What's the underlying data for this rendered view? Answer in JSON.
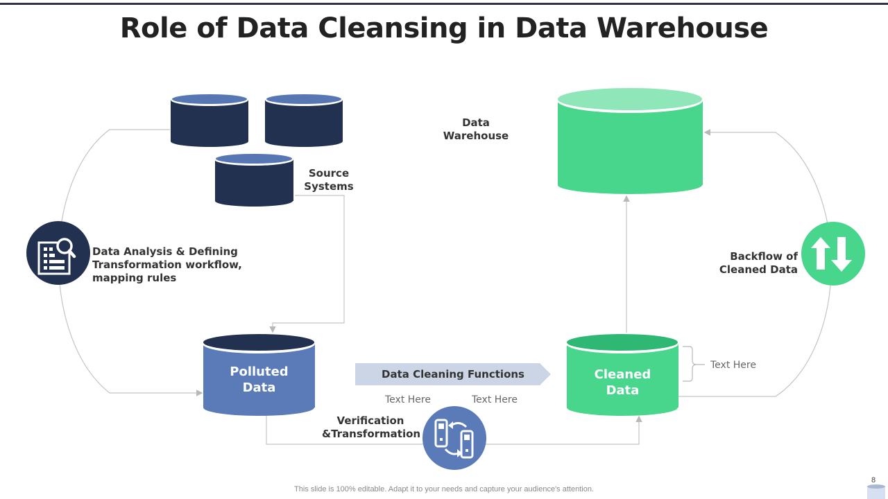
{
  "slide": {
    "title": "Role of Data Cleansing in Data Warehouse",
    "footer": "This slide is 100% editable. Adapt it to your needs and capture your audience's attention.",
    "page_number": "8"
  },
  "colors": {
    "navy": "#22314f",
    "navy_top": "#5676b4",
    "blue": "#5a7ab8",
    "green": "#48d68c",
    "green_top": "#8fe6b8",
    "green_dark_top": "#2fb873",
    "connector": "#b8b8b8",
    "arrow_band": "#ccd5e6"
  },
  "nodes": {
    "source_systems": {
      "label": "Source Systems",
      "line1": "Source",
      "line2": "Systems"
    },
    "data_analysis": {
      "line1": "Data Analysis & Defining",
      "line2": "Transformation workflow,",
      "line3": "mapping rules",
      "icon": "report-search-icon"
    },
    "polluted_data": {
      "line1": "Polluted",
      "line2": "Data"
    },
    "data_cleaning": {
      "label": "Data Cleaning Functions"
    },
    "cleaned_data": {
      "line1": "Cleaned",
      "line2": "Data",
      "note": "Text Here"
    },
    "verification": {
      "line1": "Verification",
      "line2": "&Transformation",
      "icon": "exchange-devices-icon",
      "note_left": "Text Here",
      "note_right": "Text Here"
    },
    "data_warehouse": {
      "line1": "Data",
      "line2": "Warehouse"
    },
    "backflow": {
      "line1": "Backflow of",
      "line2": "Cleaned Data",
      "icon": "up-down-arrows-icon"
    }
  }
}
